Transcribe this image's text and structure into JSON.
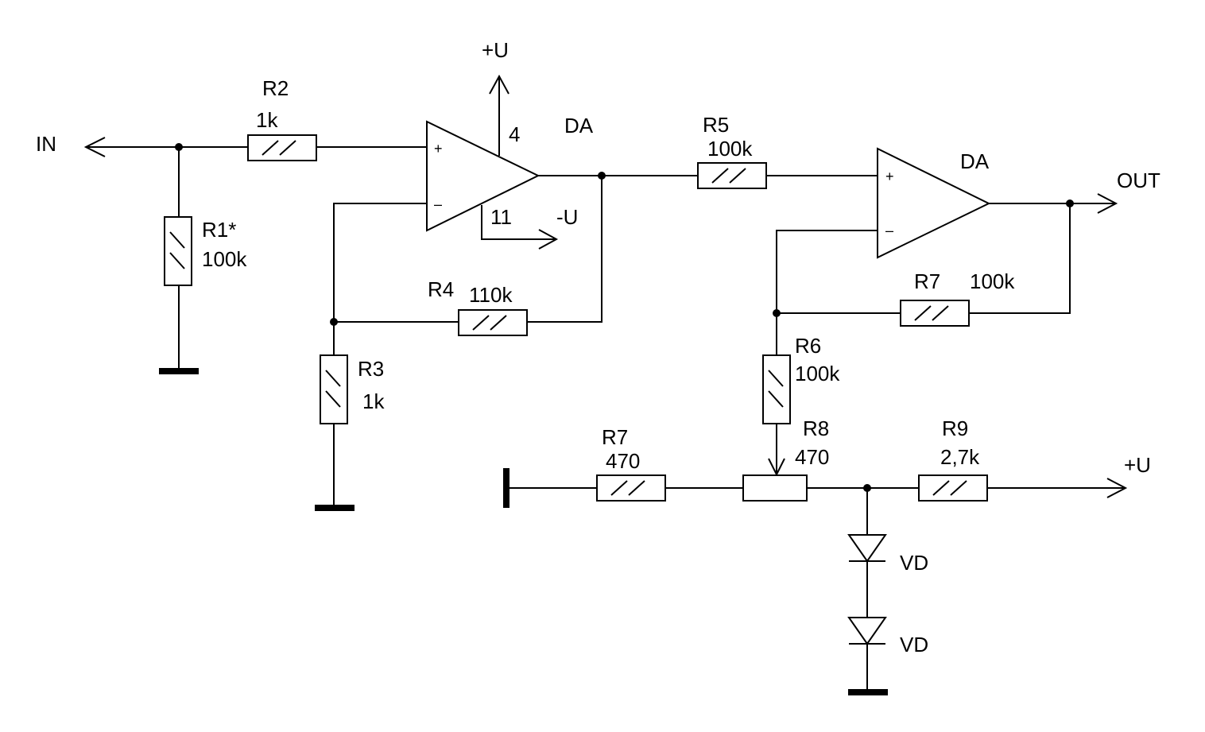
{
  "terminals": {
    "in": "IN",
    "out": "OUT",
    "vplus_top": "+U",
    "vminus": "-U",
    "vplus_bottom": "+U"
  },
  "opamps": [
    {
      "ref": "DA",
      "plus": "+",
      "minus": "–",
      "pin_top": "4",
      "pin_bottom": "11"
    },
    {
      "ref": "DA",
      "plus": "+",
      "minus": "–"
    }
  ],
  "resistors": {
    "r1": {
      "ref": "R1*",
      "value": "100k"
    },
    "r2": {
      "ref": "R2",
      "value": "1k"
    },
    "r3": {
      "ref": "R3",
      "value": "1k"
    },
    "r4": {
      "ref": "R4",
      "value": "110k"
    },
    "r5": {
      "ref": "R5",
      "value": "100k"
    },
    "r6": {
      "ref": "R6",
      "value": "100k"
    },
    "r7a": {
      "ref": "R7",
      "value": "100k"
    },
    "r7b": {
      "ref": "R7",
      "value": "470"
    },
    "r8": {
      "ref": "R8",
      "value": "470"
    },
    "r9": {
      "ref": "R9",
      "value": "2,7k"
    }
  },
  "diodes": [
    {
      "ref": "VD"
    },
    {
      "ref": "VD"
    }
  ]
}
